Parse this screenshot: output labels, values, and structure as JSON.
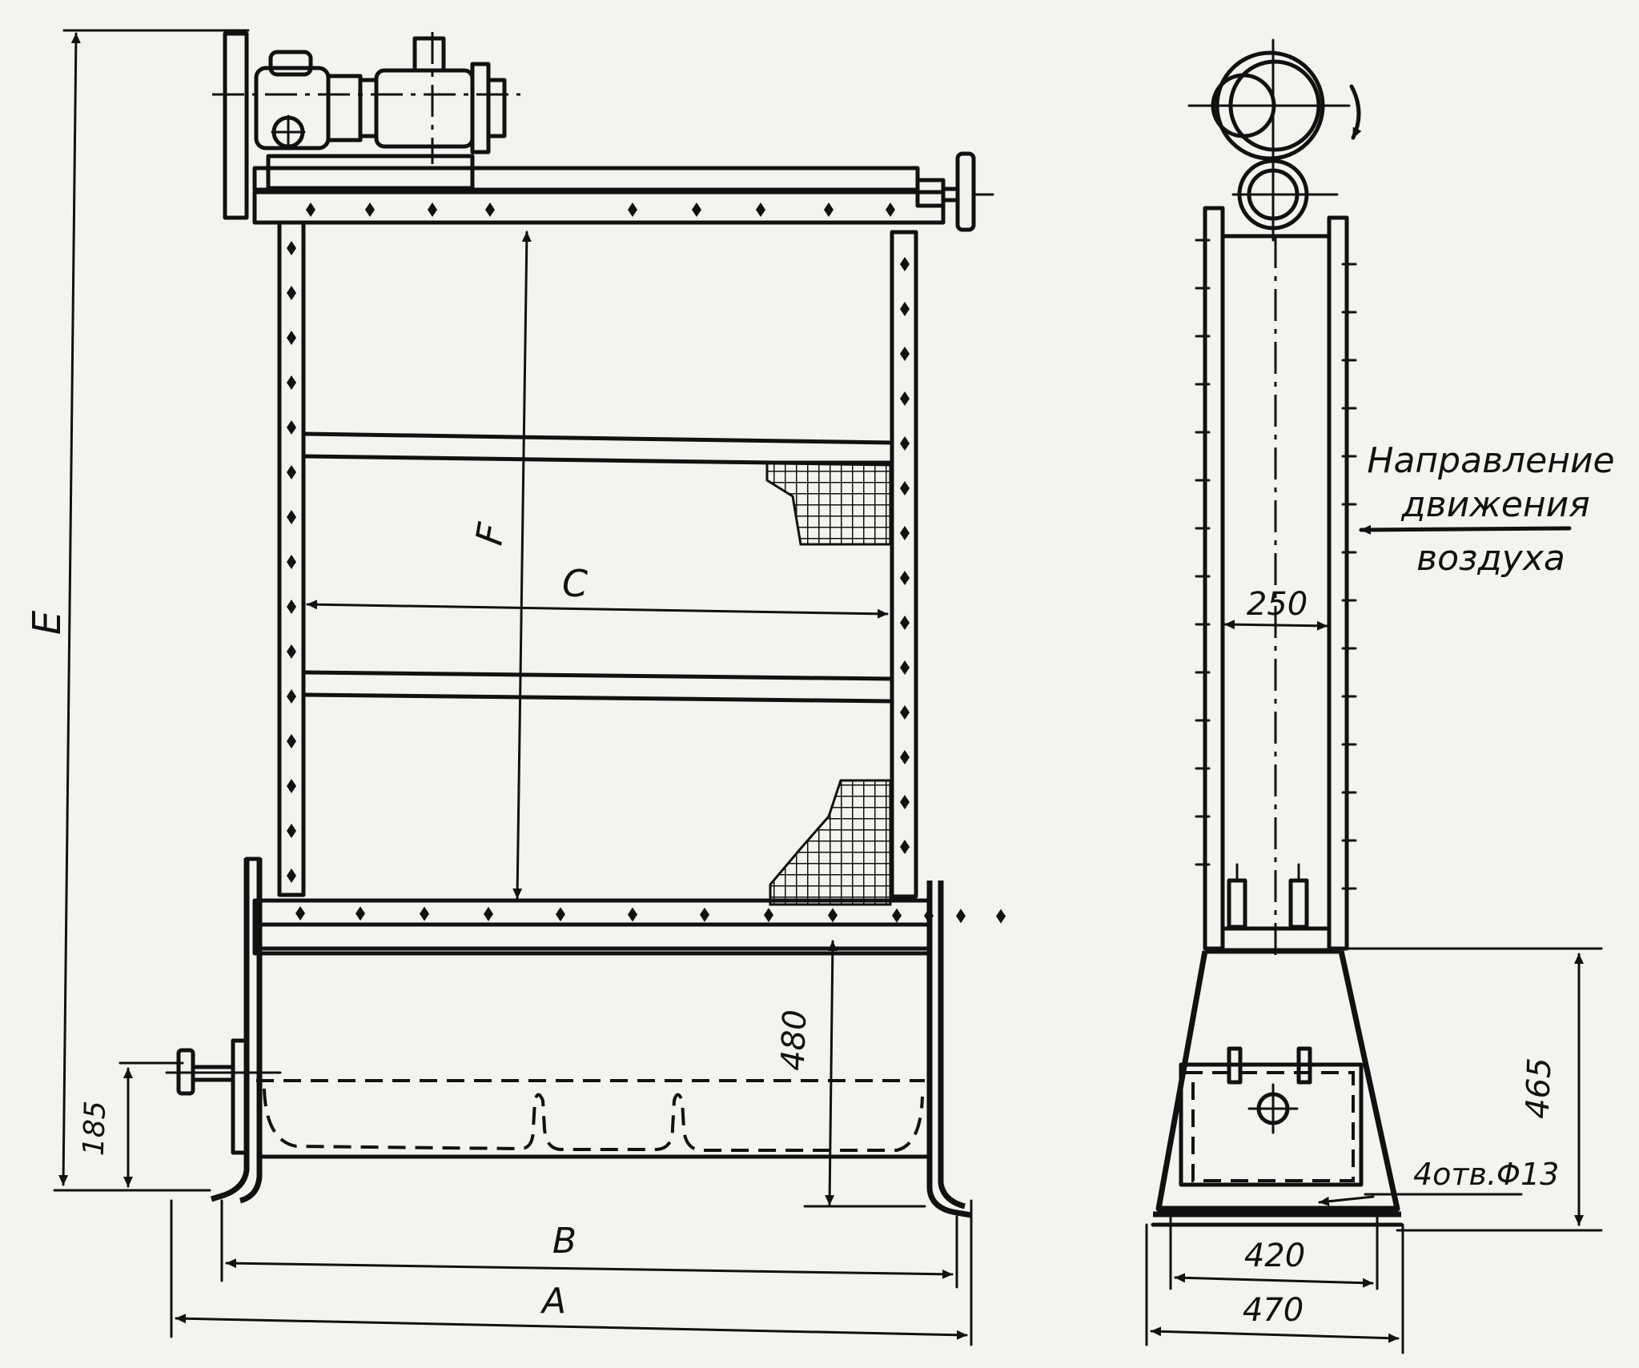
{
  "front_view": {
    "labels": {
      "total_height": "E",
      "frame_height": "F",
      "inner_width": "C",
      "base_width": "B",
      "overall_width": "A",
      "pan_depth": "480",
      "drain_height": "185"
    }
  },
  "side_view": {
    "labels": {
      "channel_width": "250",
      "base_height": "465",
      "holes": "4отв.Φ13",
      "bolt_spacing": "420",
      "base_width": "470"
    },
    "airflow_note": [
      "Направление",
      "движения",
      "воздуха"
    ]
  }
}
